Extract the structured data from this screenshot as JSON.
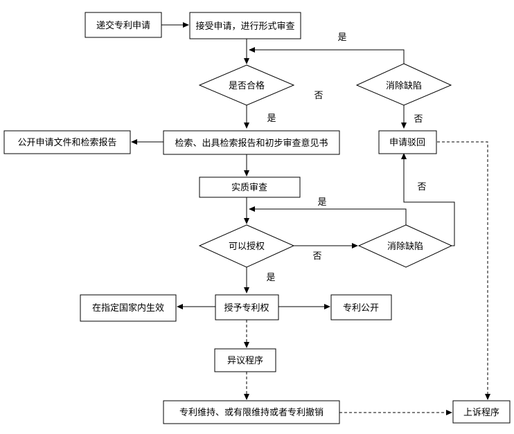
{
  "nodes": {
    "submit": "递交专利申请",
    "formal_review": "接受申请，进行形式审查",
    "qualified": "是否合格",
    "fix_defects_1": "消除缺陷",
    "publish_docs": "公开申请文件和检索报告",
    "search_report": "检索、出具检索报告和初步审查意见书",
    "reject": "申请驳回",
    "substantive_review": "实质审查",
    "can_grant": "可以授权",
    "fix_defects_2": "消除缺陷",
    "effective_designated": "在指定国家内生效",
    "grant_patent": "授予专利权",
    "patent_public": "专利公开",
    "opposition": "异议程序",
    "maintain_revoke": "专利维持、或有限维持或者专利撤销",
    "appeal": "上诉程序"
  },
  "labels": {
    "yes_top": "是",
    "no_qualified": "否",
    "yes_qualified": "是",
    "no_fix1": "否",
    "no_reject_side": "否",
    "yes_mid": "是",
    "no_grant": "否",
    "yes_grant": "是"
  }
}
